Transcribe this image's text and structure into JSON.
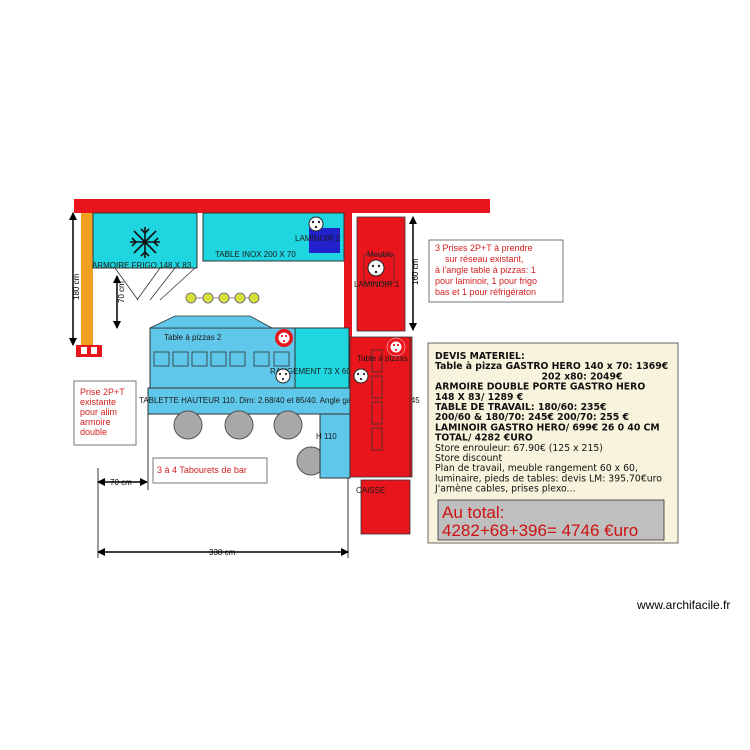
{
  "plan": {
    "labels": {
      "armoire_frigo": "ARMOIRE FRIGO 148 X 83",
      "table_inox": "TABLE INOX 200 X 70",
      "laminoir_2": "LAMINOIR 2",
      "meuble": "Meuble",
      "laminoir_1": "LAMINOIR 1",
      "table_pizzas_2": "Table à pizzas 2",
      "rangement": "RANGEMENT 73 X 60",
      "table_pizzas": "Table à pizzas",
      "tablette": "TABLETTE HAUTEUR 110. Dim: 2.68/40 et 85/40. Angle gauche à couper à 45",
      "h110": "H 110",
      "caisse": "CAISSE"
    },
    "dimensions": {
      "d180_left": "180 cm",
      "d70_vertical": "70 cm",
      "d160_right": "160 cm",
      "d70_horizontal": "70 cm",
      "d338": "338 cm"
    },
    "notes": {
      "prise_existante": [
        "Prise 2P+T",
        "existante",
        "pour alim",
        "armoire",
        "double"
      ],
      "tabourets": "3 à 4 Tabourets de bar",
      "prises_a_prendre": [
        "3 Prises 2P+T à prendre",
        "sur réseau existant,",
        "à l'angle table à pizzas: 1",
        "pour laminoir, 1 pour frigo",
        "bas et 1 pour réfrigératon"
      ]
    }
  },
  "devis": {
    "lines": [
      {
        "text": "DEVIS MATERIEL:",
        "bold": true
      },
      {
        "text": "Table à pizza GASTRO HERO 140 x 70: 1369€",
        "bold": true
      },
      {
        "text": "202 x80: 2049€",
        "bold": true,
        "indent": true
      },
      {
        "text": "ARMOIRE DOUBLE PORTE GASTRO HERO",
        "bold": true
      },
      {
        "text": "148 X 83/ 1289 €",
        "bold": true
      },
      {
        "text": "TABLE DE TRAVAIL: 180/60: 235€",
        "bold": true
      },
      {
        "text": "200/60 & 180/70: 245€ 200/70: 255 €",
        "bold": true
      },
      {
        "text": "LAMINOIR GASTRO HERO/ 699€ 26 0 40 CM",
        "bold": true
      },
      {
        "text": "TOTAL/ 4282 €URO",
        "bold": true
      },
      {
        "text": "Store enrouleur: 67.90€ (125 x 215)",
        "bold": false
      },
      {
        "text": "Store discount",
        "bold": false
      },
      {
        "text": "Plan de travail, meuble rangement 60 x 60,",
        "bold": false
      },
      {
        "text": "luminaire, pieds de tables: devis LM: 395.70€uro",
        "bold": false
      },
      {
        "text": "J'amène cables, prises plexo...",
        "bold": false
      }
    ],
    "total_title": "Au total:",
    "total_formula": "4282+68+396= 4746 €uro"
  },
  "watermark": "www.archifacile.fr",
  "colors": {
    "wall_red": "#e8161c",
    "cyan": "#1fd6e0",
    "light_blue": "#5fc7ea",
    "orange": "#f0a020",
    "devis_bg": "#f8f3dc",
    "total_bg": "#bfbfbf",
    "blue_square": "#2222cc"
  }
}
